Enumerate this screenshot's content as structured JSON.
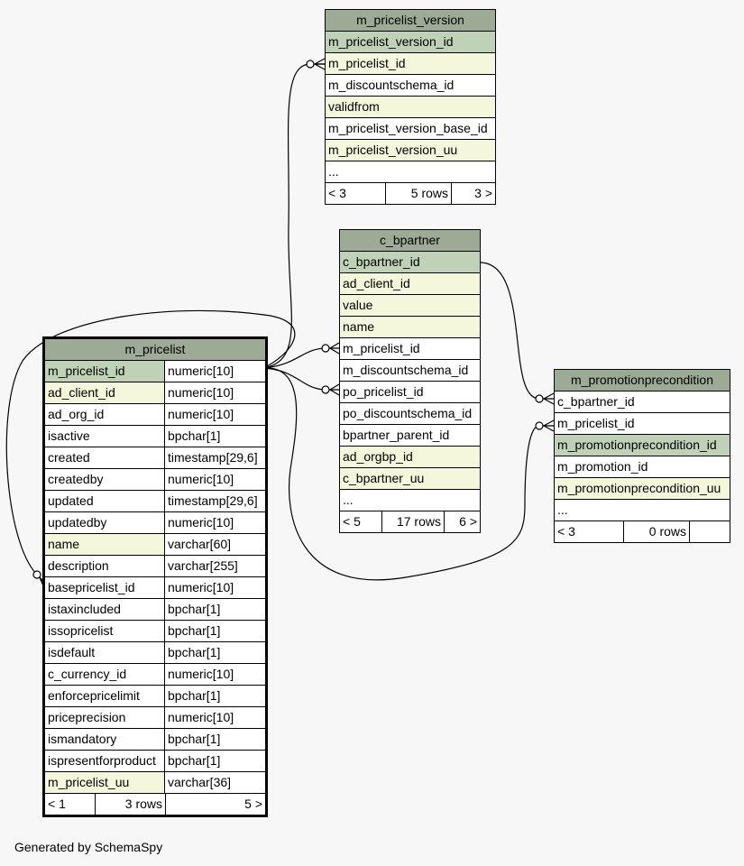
{
  "tables": {
    "m_pricelist_version": {
      "title": "m_pricelist_version",
      "rows": [
        {
          "name": "m_pricelist_version_id",
          "style": "pk"
        },
        {
          "name": "m_pricelist_id",
          "style": "idx"
        },
        {
          "name": "m_discountschema_id",
          "style": ""
        },
        {
          "name": "validfrom",
          "style": "idx"
        },
        {
          "name": "m_pricelist_version_base_id",
          "style": ""
        },
        {
          "name": "m_pricelist_version_uu",
          "style": "idx"
        },
        {
          "name": "...",
          "style": ""
        }
      ],
      "footer": [
        "< 3",
        "5 rows",
        "3 >"
      ]
    },
    "c_bpartner": {
      "title": "c_bpartner",
      "rows": [
        {
          "name": "c_bpartner_id",
          "style": "pk"
        },
        {
          "name": "ad_client_id",
          "style": "idx"
        },
        {
          "name": "value",
          "style": "idx"
        },
        {
          "name": "name",
          "style": "idx"
        },
        {
          "name": "m_pricelist_id",
          "style": ""
        },
        {
          "name": "m_discountschema_id",
          "style": ""
        },
        {
          "name": "po_pricelist_id",
          "style": ""
        },
        {
          "name": "po_discountschema_id",
          "style": ""
        },
        {
          "name": "bpartner_parent_id",
          "style": ""
        },
        {
          "name": "ad_orgbp_id",
          "style": "idx"
        },
        {
          "name": "c_bpartner_uu",
          "style": "idx"
        },
        {
          "name": "...",
          "style": ""
        }
      ],
      "footer": [
        "< 5",
        "17 rows",
        "6 >"
      ]
    },
    "m_promotionprecondition": {
      "title": "m_promotionprecondition",
      "rows": [
        {
          "name": "c_bpartner_id",
          "style": ""
        },
        {
          "name": "m_pricelist_id",
          "style": ""
        },
        {
          "name": "m_promotionprecondition_id",
          "style": "pk"
        },
        {
          "name": "m_promotion_id",
          "style": ""
        },
        {
          "name": "m_promotionprecondition_uu",
          "style": "idx"
        },
        {
          "name": "...",
          "style": ""
        }
      ],
      "footer": [
        "< 3",
        "0 rows",
        ""
      ]
    },
    "m_pricelist": {
      "title": "m_pricelist",
      "rows": [
        {
          "name": "m_pricelist_id",
          "type": "numeric[10]",
          "style": "pk"
        },
        {
          "name": "ad_client_id",
          "type": "numeric[10]",
          "style": "idx"
        },
        {
          "name": "ad_org_id",
          "type": "numeric[10]",
          "style": ""
        },
        {
          "name": "isactive",
          "type": "bpchar[1]",
          "style": ""
        },
        {
          "name": "created",
          "type": "timestamp[29,6]",
          "style": ""
        },
        {
          "name": "createdby",
          "type": "numeric[10]",
          "style": ""
        },
        {
          "name": "updated",
          "type": "timestamp[29,6]",
          "style": ""
        },
        {
          "name": "updatedby",
          "type": "numeric[10]",
          "style": ""
        },
        {
          "name": "name",
          "type": "varchar[60]",
          "style": "idx"
        },
        {
          "name": "description",
          "type": "varchar[255]",
          "style": ""
        },
        {
          "name": "basepricelist_id",
          "type": "numeric[10]",
          "style": ""
        },
        {
          "name": "istaxincluded",
          "type": "bpchar[1]",
          "style": ""
        },
        {
          "name": "issopricelist",
          "type": "bpchar[1]",
          "style": ""
        },
        {
          "name": "isdefault",
          "type": "bpchar[1]",
          "style": ""
        },
        {
          "name": "c_currency_id",
          "type": "numeric[10]",
          "style": ""
        },
        {
          "name": "enforcepricelimit",
          "type": "bpchar[1]",
          "style": ""
        },
        {
          "name": "priceprecision",
          "type": "numeric[10]",
          "style": ""
        },
        {
          "name": "ismandatory",
          "type": "bpchar[1]",
          "style": ""
        },
        {
          "name": "ispresentforproduct",
          "type": "bpchar[1]",
          "style": ""
        },
        {
          "name": "m_pricelist_uu",
          "type": "varchar[36]",
          "style": "idx"
        }
      ],
      "footer": [
        "< 1",
        "3 rows",
        "5 >"
      ]
    }
  },
  "generated_by": "Generated by SchemaSpy"
}
